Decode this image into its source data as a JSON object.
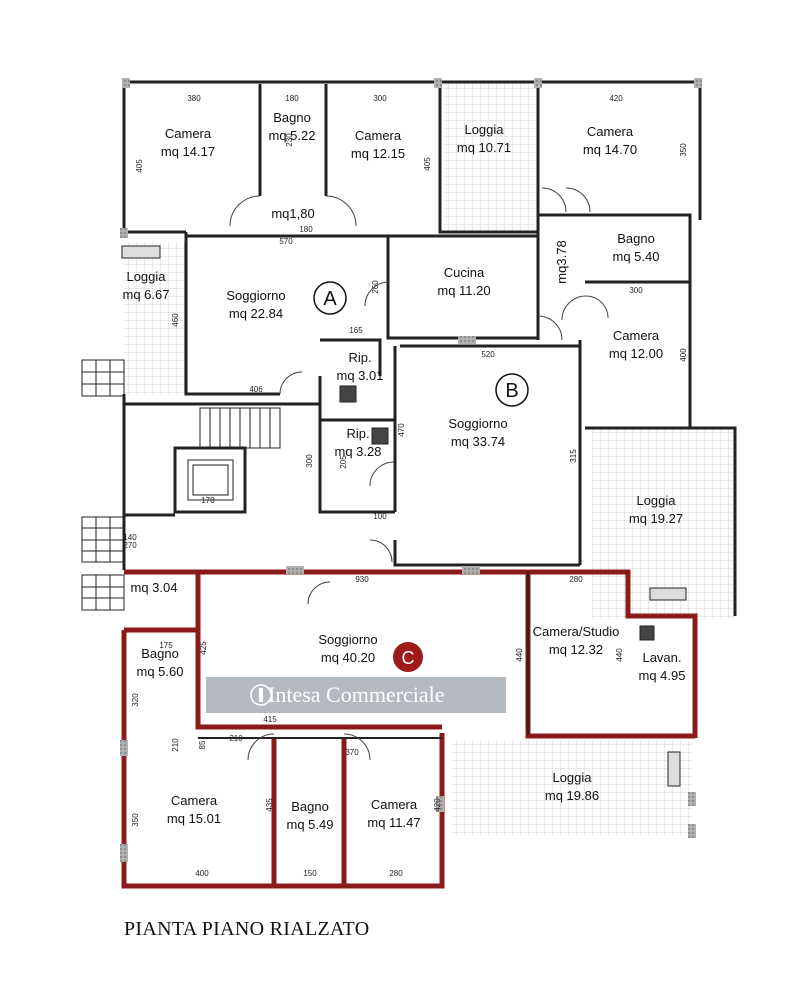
{
  "plan": {
    "caption": "PIANTA PIANO RIALZATO",
    "watermark": "Intesa Commerciale",
    "units": {
      "A": "A",
      "B": "B",
      "C": "C"
    },
    "rooms": [
      {
        "id": "camera-1",
        "name": "Camera",
        "area": "mq 14.17"
      },
      {
        "id": "bagno-1",
        "name": "Bagno",
        "area": "mq 5.22"
      },
      {
        "id": "camera-2",
        "name": "Camera",
        "area": "mq 12.15"
      },
      {
        "id": "loggia-1",
        "name": "Loggia",
        "area": "mq 10.71"
      },
      {
        "id": "camera-3",
        "name": "Camera",
        "area": "mq 14.70"
      },
      {
        "id": "bagno-2",
        "name": "Bagno",
        "area": "mq 5.40"
      },
      {
        "id": "loggia-2",
        "name": "Loggia",
        "area": "mq 6.67"
      },
      {
        "id": "soggiorno-a",
        "name": "Soggiorno",
        "area": "mq 22.84"
      },
      {
        "id": "cucina",
        "name": "Cucina",
        "area": "mq 11.20"
      },
      {
        "id": "camera-4",
        "name": "Camera",
        "area": "mq 12.00"
      },
      {
        "id": "rip-1",
        "name": "Rip.",
        "area": "mq 3.01"
      },
      {
        "id": "soggiorno-b",
        "name": "Soggiorno",
        "area": "mq 33.74"
      },
      {
        "id": "rip-2",
        "name": "Rip.",
        "area": "mq 3.28"
      },
      {
        "id": "loggia-3",
        "name": "Loggia",
        "area": "mq 19.27"
      },
      {
        "id": "soggiorno-c",
        "name": "Soggiorno",
        "area": "mq 40.20"
      },
      {
        "id": "camera-studio",
        "name": "Camera/Studio",
        "area": "mq 12.32"
      },
      {
        "id": "lavan",
        "name": "Lavan.",
        "area": "mq 4.95"
      },
      {
        "id": "bagno-3",
        "name": "Bagno",
        "area": "mq 5.60"
      },
      {
        "id": "camera-5",
        "name": "Camera",
        "area": "mq 15.01"
      },
      {
        "id": "bagno-4",
        "name": "Bagno",
        "area": "mq 5.49"
      },
      {
        "id": "camera-6",
        "name": "Camera",
        "area": "mq 11.47"
      },
      {
        "id": "loggia-4",
        "name": "Loggia",
        "area": "mq 19.86"
      }
    ],
    "corridor_areas": [
      "mq1,80",
      "mq3.78",
      "mq 3.04"
    ],
    "dimensions": [
      "380",
      "180",
      "300",
      "420",
      "405",
      "230",
      "405",
      "350",
      "570",
      "260",
      "180",
      "300",
      "460",
      "165",
      "406",
      "520",
      "400",
      "315",
      "470",
      "300",
      "205",
      "100",
      "170",
      "930",
      "280",
      "425",
      "175",
      "415",
      "440",
      "440",
      "320",
      "85",
      "210",
      "350",
      "435",
      "400",
      "150",
      "280",
      "420",
      "140",
      "270",
      "210",
      "370"
    ],
    "colors": {
      "wall": "#222222",
      "unit_c_wall": "#8b1a1a",
      "loggia_grid": "#c8c8c8",
      "pillar": "#9a9a9a",
      "unit_c_badge": "#9e1b1b"
    }
  }
}
